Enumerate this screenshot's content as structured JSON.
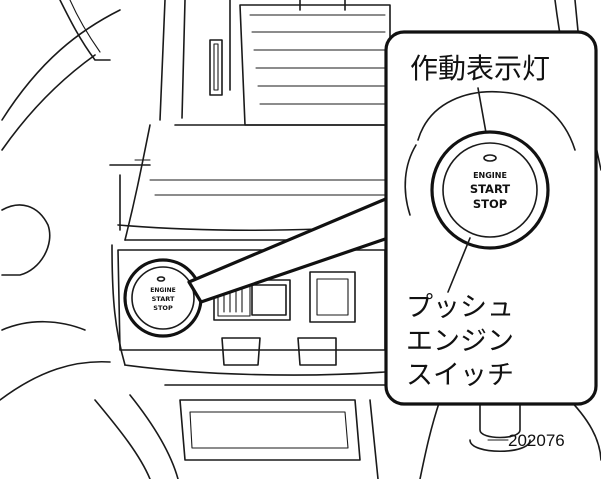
{
  "callout": {
    "indicator_label": "作動表示灯",
    "switch_label_lines": [
      "プッシュ",
      "エンジン",
      "スイッチ"
    ]
  },
  "button_large": {
    "line1": "ENGINE",
    "line2": "START",
    "line3": "STOP"
  },
  "button_small": {
    "line1": "ENGINE",
    "line2": "START",
    "line3": "STOP"
  },
  "figure_ref": "202076"
}
